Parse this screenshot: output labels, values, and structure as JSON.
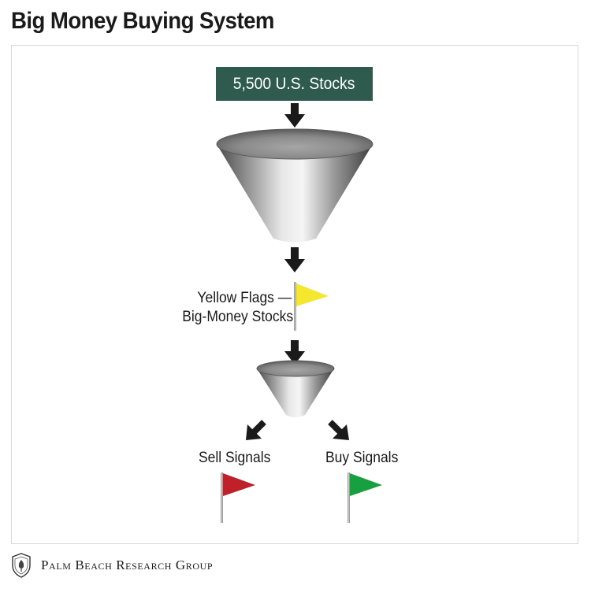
{
  "title": "Big Money Buying System",
  "top_box": "5,500 U.S. Stocks",
  "yellow_label_line1": "Yellow Flags —",
  "yellow_label_line2": "Big-Money Stocks",
  "sell_label": "Sell Signals",
  "buy_label": "Buy Signals",
  "footer": "Palm Beach Research Group",
  "colors": {
    "box": "#2f5a4e",
    "yellow_flag": "#f5e62e",
    "red_flag": "#c0202a",
    "green_flag": "#17a040",
    "arrow": "#1a1a1a"
  },
  "icons": [
    "arrow-down-icon",
    "funnel-icon",
    "yellow-flag-icon",
    "arrow-down-left-icon",
    "arrow-down-right-icon",
    "red-flag-icon",
    "green-flag-icon",
    "seal-logo-icon"
  ]
}
